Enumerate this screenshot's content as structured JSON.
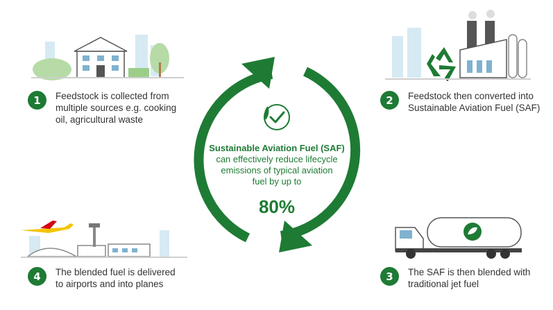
{
  "colors": {
    "green": "#1e7b34",
    "light_blue": "#c9e3ef",
    "grey": "#9aa3ab"
  },
  "center": {
    "title": "Sustainable Aviation Fuel (SAF)",
    "line1": "can effectively reduce lifecycle",
    "line2": "emissions of typical aviation",
    "line3": "fuel by up to",
    "percent": "80%"
  },
  "steps": [
    {
      "number": "1",
      "lines": [
        "Feedstock is collected from",
        "multiple sources e.g. cooking",
        "oil, agricultural waste"
      ]
    },
    {
      "number": "2",
      "lines": [
        "Feedstock then converted into",
        "Sustainable Aviation Fuel (SAF)"
      ]
    },
    {
      "number": "3",
      "lines": [
        "The SAF is then blended with",
        "traditional jet fuel"
      ]
    },
    {
      "number": "4",
      "lines": [
        "The blended fuel is delivered",
        "to airports and into planes"
      ]
    }
  ]
}
